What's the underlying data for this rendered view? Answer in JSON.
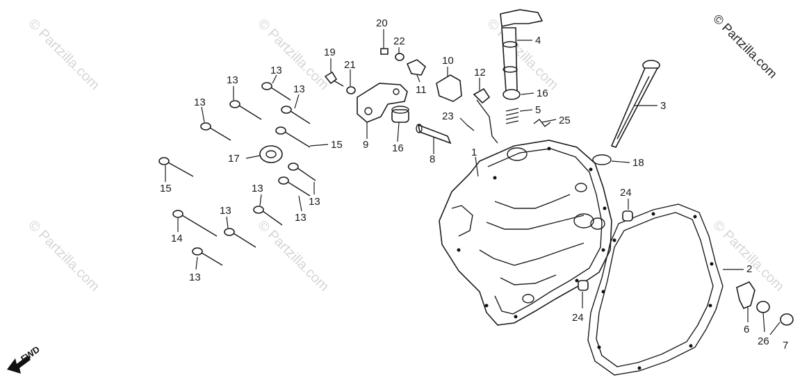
{
  "copyright": "© Partzilla.com",
  "watermark": "© Partzilla.com",
  "direction_label": "FWD",
  "callouts": {
    "c1": "1",
    "c2": "2",
    "c3": "3",
    "c4": "4",
    "c5": "5",
    "c6": "6",
    "c7": "7",
    "c8": "8",
    "c9": "9",
    "c10": "10",
    "c11": "11",
    "c12": "12",
    "c13a": "13",
    "c13b": "13",
    "c13c": "13",
    "c13d": "13",
    "c13e": "13",
    "c13f": "13",
    "c13g": "13",
    "c13h": "13",
    "c13i": "13",
    "c14": "14",
    "c15a": "15",
    "c15b": "15",
    "c16a": "16",
    "c16b": "16",
    "c17": "17",
    "c18": "18",
    "c19": "19",
    "c20": "20",
    "c21": "21",
    "c22": "22",
    "c23": "23",
    "c24a": "24",
    "c24b": "24",
    "c25": "25",
    "c26": "26"
  }
}
